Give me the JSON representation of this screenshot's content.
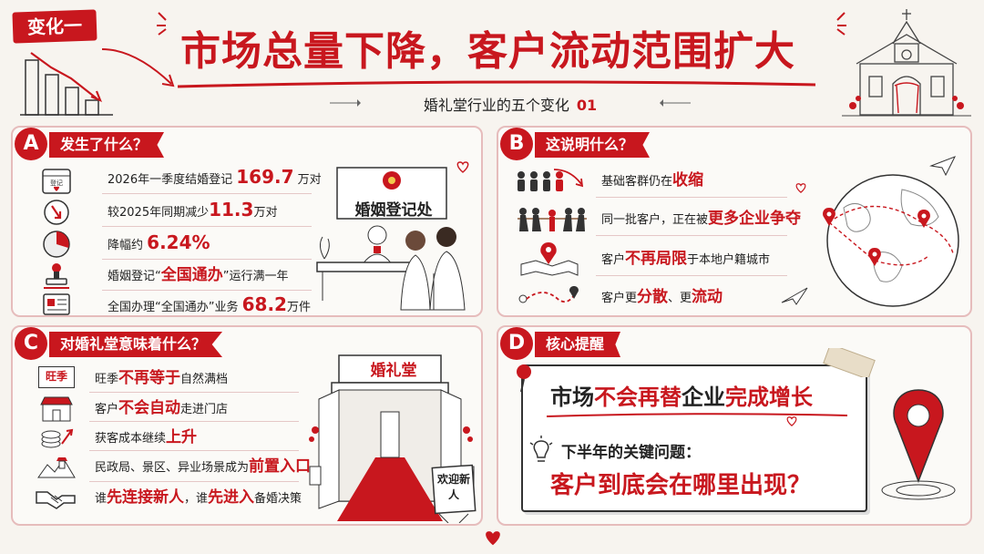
{
  "header": {
    "tag": "变化一",
    "title": "市场总量下降，客户流动范围扩大",
    "subtitle": "婚礼堂行业的五个变化",
    "subtitle_number": "01"
  },
  "panel_a": {
    "letter": "A",
    "heading": "发生了什么？",
    "rows": [
      {
        "icon": "calendar-registration-icon",
        "pre": "2026年一季度结婚登记",
        "value": "169.7",
        "post": "万对"
      },
      {
        "icon": "down-arrow-icon",
        "pre": "较2025年同期减少",
        "value": "11.3",
        "post": "万对"
      },
      {
        "icon": "pie-chart-icon",
        "pre": "降幅约",
        "value": "6.24%",
        "post": ""
      },
      {
        "icon": "stamp-icon",
        "pre": "婚姻登记“",
        "value": "全国通办",
        "post": "”运行满一年"
      },
      {
        "icon": "document-icon",
        "pre": "全国办理“全国通办”业务",
        "value": "68.2",
        "post": "万件"
      }
    ],
    "sign": "婚姻登记处"
  },
  "panel_b": {
    "letter": "B",
    "heading": "这说明什么？",
    "rows": [
      {
        "icon": "people-decline-icon",
        "pre": "基础客群仍在",
        "value": "收缩",
        "post": ""
      },
      {
        "icon": "tug-of-war-icon",
        "pre": "同一批客户，正在被",
        "value": "更多企业争夺",
        "post": ""
      },
      {
        "icon": "map-pin-icon",
        "pre": "客户",
        "value": "不再局限",
        "post": "于本地户籍城市"
      },
      {
        "icon": "route-icon",
        "pre": "客户更",
        "value": "分散",
        "mid": "、更",
        "value2": "流动"
      }
    ]
  },
  "panel_c": {
    "letter": "C",
    "heading": "对婚礼堂意味着什么？",
    "rows": [
      {
        "icon": "peak-season-icon",
        "icon_text": "旺季",
        "pre": "旺季",
        "value": "不再等于",
        "post": "自然满档"
      },
      {
        "icon": "storefront-icon",
        "pre": "客户",
        "value": "不会自动",
        "post": "走进门店"
      },
      {
        "icon": "coins-rising-icon",
        "pre": "获客成本继续",
        "value": "上升",
        "post": ""
      },
      {
        "icon": "landmark-icon",
        "pre": "民政局、景区、异业场景成为",
        "value": "前置入口",
        "post": ""
      },
      {
        "icon": "handshake-icon",
        "pre": "谁",
        "value": "先连接新人",
        "mid": "，谁",
        "value2": "先进入",
        "post": "备婚决策"
      }
    ],
    "sign": "婚礼堂",
    "board": "欢迎新人"
  },
  "panel_d": {
    "letter": "D",
    "heading": "核心提醒",
    "callout": {
      "t1": "市场",
      "t2": "不会再替",
      "t3": "企业",
      "t4": "完成增长",
      "question_label": "下半年的关键问题：",
      "question": "客户到底会在哪里出现？"
    }
  },
  "colors": {
    "accent": "#c8171e",
    "background": "#f7f4ef",
    "panel_border": "#e6bcbc"
  }
}
